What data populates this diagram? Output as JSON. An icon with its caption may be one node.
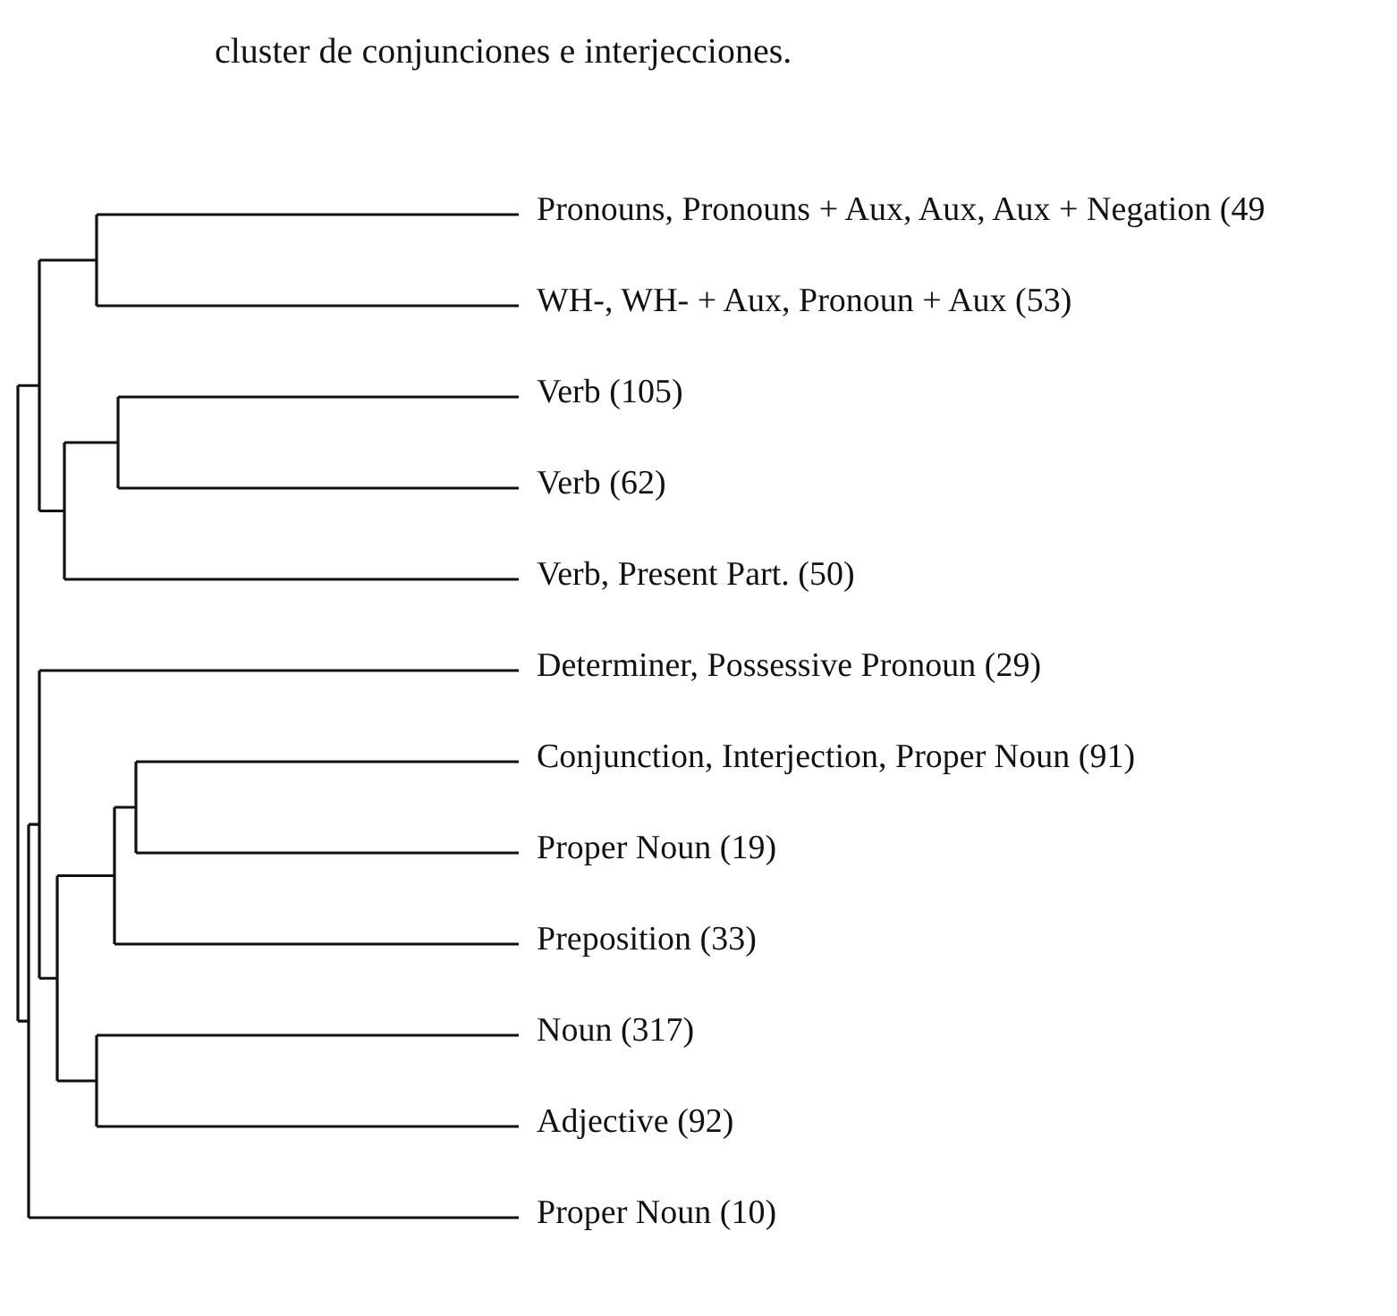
{
  "diagram": {
    "labels": [
      "cluster de conjunciones e interjecciones.",
      "Pronouns, Pronouns + Aux, Aux, Aux + Negation (49",
      "WH-, WH- + Aux, Pronoun + Aux (53)",
      "Verb (105)",
      "Verb (62)",
      "Verb, Present Part. (50)",
      "Determiner, Possessive Pronoun (29)",
      "Conjunction, Interjection, Proper Noun (91)",
      "Proper Noun (19)",
      "Preposition (33)",
      "Noun (317)",
      "Adjective (92)",
      "Proper Noun (10)"
    ]
  }
}
